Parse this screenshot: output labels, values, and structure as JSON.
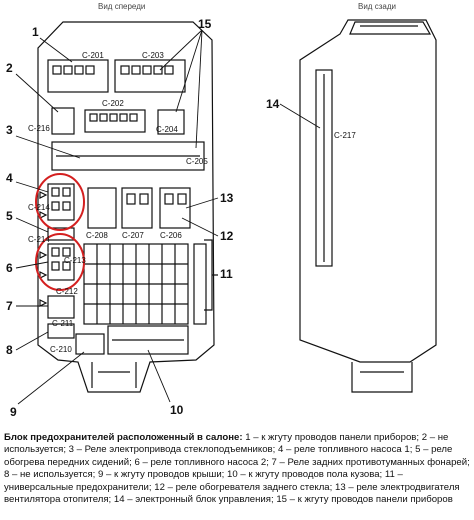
{
  "views": {
    "front": "Вид спереди",
    "back": "Вид сзади"
  },
  "connectors": {
    "c201": "C-201",
    "c202": "C-202",
    "c203": "C-203",
    "c204": "C-204",
    "c205": "C-205",
    "c206": "C-206",
    "c207": "C-207",
    "c208": "C-208",
    "c210": "C-210",
    "c211": "C-211",
    "c212": "C-212",
    "c213": "C-213",
    "c214": "C-214",
    "c216": "C-216",
    "c217": "C-217"
  },
  "callouts": {
    "n1": "1",
    "n2": "2",
    "n3": "3",
    "n4": "4",
    "n5": "5",
    "n6": "6",
    "n7": "7",
    "n8": "8",
    "n9": "9",
    "n10": "10",
    "n11": "11",
    "n12": "12",
    "n13": "13",
    "n14": "14",
    "n15": "15"
  },
  "caption": {
    "title": "Блок предохранителей расположенный в салоне:",
    "body": " 1 – к жгуту проводов панели приборов; 2 – не используется; 3 – Реле электропривода стеклоподъемников; 4 – реле топливного насоса 1; 5 – реле обогрева передних сидений; 6 – реле топливного насоса 2; 7 – Реле задних противотуманных фонарей; 8 – не используется; 9 – к жгуту проводов крыши; 10 – к жгуту проводов пола кузова; 11 – универсальные предохранители; 12 – реле обогревателя заднего стекла; 13 – реле электродвигателя вентилятора отопителя; 14 – электронный блок управления; 15 – к жгуту проводов панели приборов"
  },
  "colors": {
    "line": "#111111",
    "highlight_circle": "#d42020"
  }
}
